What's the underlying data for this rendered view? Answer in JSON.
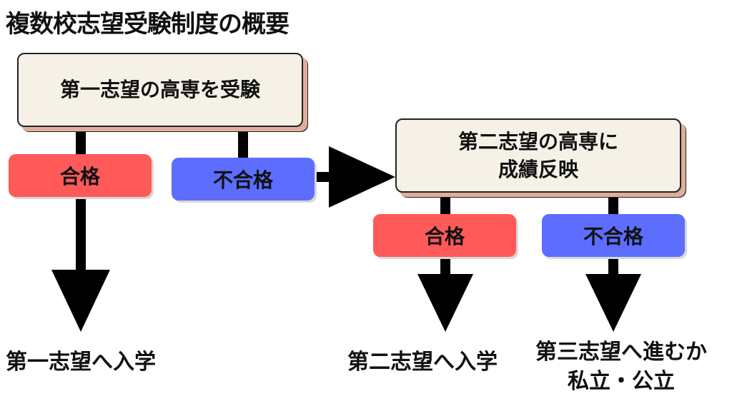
{
  "title": "複数校志望受験制度の概要",
  "colors": {
    "pass": "#ff5959",
    "fail": "#5c6dff",
    "card": "#f5f1e6",
    "card_shadow": "#e1ad9b"
  },
  "box1": {
    "label": "第一志望の高専を受験"
  },
  "box2": {
    "line1": "第二志望の高専に",
    "line2": "成績反映"
  },
  "pills": {
    "pass1": "合格",
    "fail1": "不合格",
    "pass2": "合格",
    "fail2": "不合格"
  },
  "results": {
    "first_admit": "第一志望へ入学",
    "second_admit": "第二志望へ入学",
    "third_line1": "第三志望へ進むか",
    "third_line2": "私立・公立"
  }
}
